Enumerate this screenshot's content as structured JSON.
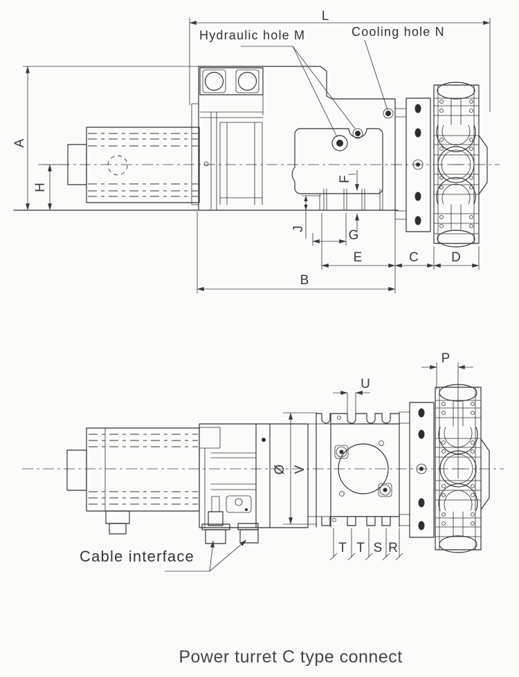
{
  "caption": "Power turret C type connect",
  "colors": {
    "ink": "#2e2e2e",
    "paper": "#fbfbfa",
    "text": "#3a3a3a"
  },
  "top_view": {
    "labels": {
      "hydraulic_hole": "Hydraulic hole M",
      "cooling_hole": "Cooling hole N"
    },
    "dims": {
      "L": "L",
      "A": "A",
      "H": "H",
      "F": "F",
      "J": "J",
      "G": "G",
      "E": "E",
      "B": "B",
      "C": "C",
      "D": "D"
    }
  },
  "bottom_view": {
    "labels": {
      "cable_interface": "Cable interface"
    },
    "dims": {
      "P": "P",
      "U": "U",
      "diameter": "Ø",
      "V": "V",
      "T1": "T",
      "T2": "T",
      "S": "S",
      "R": "R"
    }
  }
}
